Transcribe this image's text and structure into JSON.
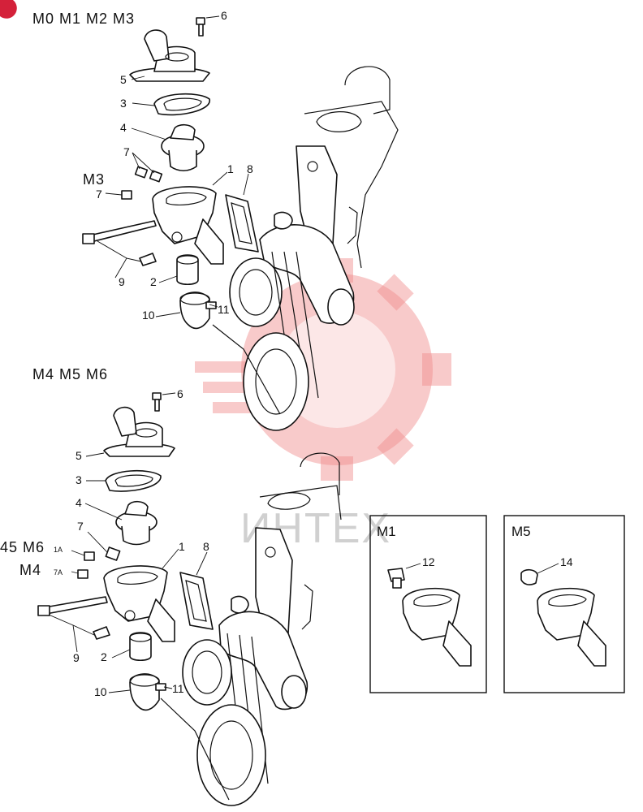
{
  "diagram": {
    "top_group": {
      "title": "M0 M1 M2 M3",
      "sub_label": "M3"
    },
    "bottom_group": {
      "title": "M4 M5 M6",
      "side_label_1": "45 M6",
      "side_label_2": "M4"
    },
    "insets": [
      {
        "title": "M1",
        "part": "12"
      },
      {
        "title": "M5",
        "part": "14"
      }
    ],
    "callouts_top": [
      "6",
      "5",
      "3",
      "4",
      "7",
      "1",
      "8",
      "7",
      "9",
      "2",
      "10",
      "11"
    ],
    "callouts_bottom": [
      "6",
      "5",
      "3",
      "4",
      "7",
      "1",
      "8",
      "1A",
      "7A",
      "9",
      "2",
      "10",
      "11"
    ],
    "watermark": "ИНТЕХ"
  }
}
